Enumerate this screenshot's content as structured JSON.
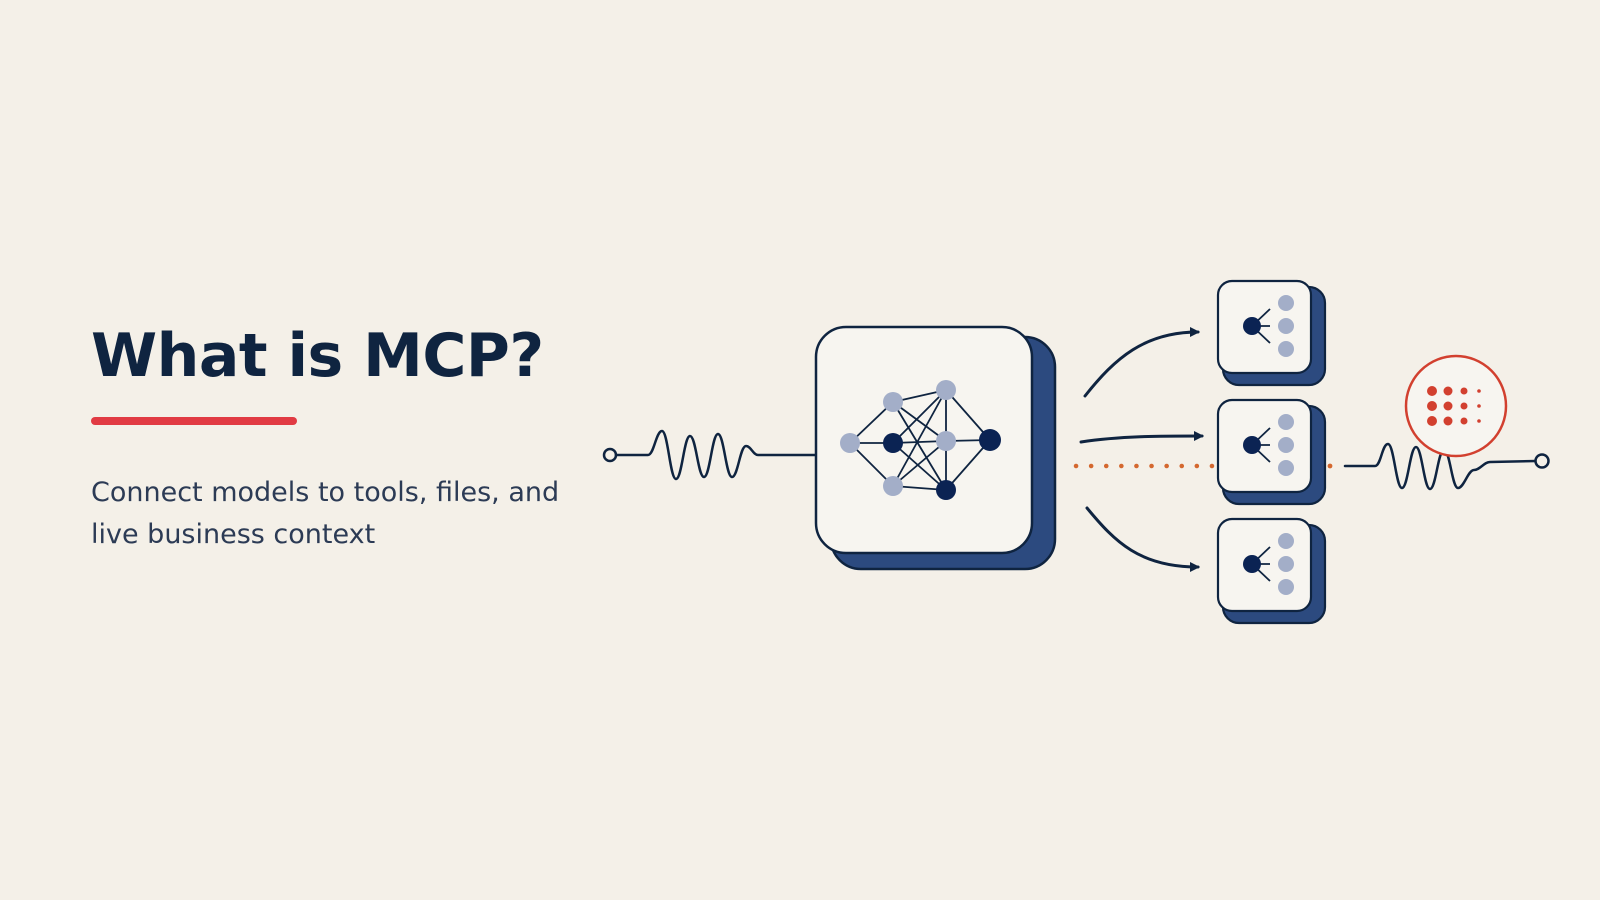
{
  "slide": {
    "title": "What is MCP?",
    "subtitle": "Connect models to tools, files, and live business context"
  },
  "colors": {
    "background": "#f4f0e8",
    "navy": "#0f2440",
    "box_shadow": "#2c4a7f",
    "box_face": "#f7f5f0",
    "node_light": "#a3aec8",
    "node_dark": "#0b2353",
    "accent_red": "#e13b43",
    "signal_orange": "#d4682f",
    "source_red": "#d2402f"
  },
  "diagram": {
    "center_box_icon": "neural-network-icon",
    "tool_box_icon": "tree-graph-icon",
    "source_icon": "dot-grid-icon",
    "tool_count": 3
  }
}
